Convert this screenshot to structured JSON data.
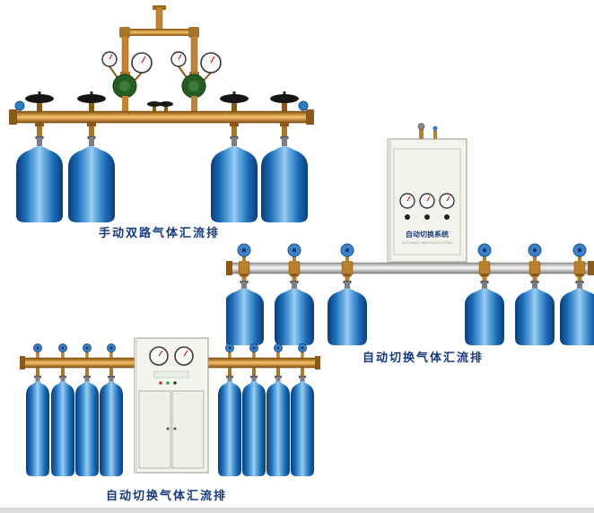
{
  "page": {
    "background": "#ffffff",
    "footer_bar_color": "#dcdcdc"
  },
  "colors": {
    "caption_text": "#16397e",
    "cylinder_blue": "#1d6cb8",
    "brass_pipe": "#cf9240",
    "silver_pipe": "#d8d8d8",
    "cabinet_body": "#f3f3ed",
    "valve_wheel_blue": "#3b82cc",
    "regulator_green": "#245c24"
  },
  "products": [
    {
      "type": "manual-dual-manifold",
      "label": "手动双路气体汇流排",
      "cylinder_count": 4
    },
    {
      "type": "auto-switch-manifold",
      "label": "自动切换气体汇流排",
      "cylinder_count": 6,
      "cabinet": {
        "title": "自动切换系统",
        "subtitle": "AUTOMATIC MANIFOLD SYSTEM"
      }
    },
    {
      "type": "auto-switch-manifold-cabinet",
      "label": "自动切换气体汇流排",
      "cylinder_count": 8
    }
  ]
}
